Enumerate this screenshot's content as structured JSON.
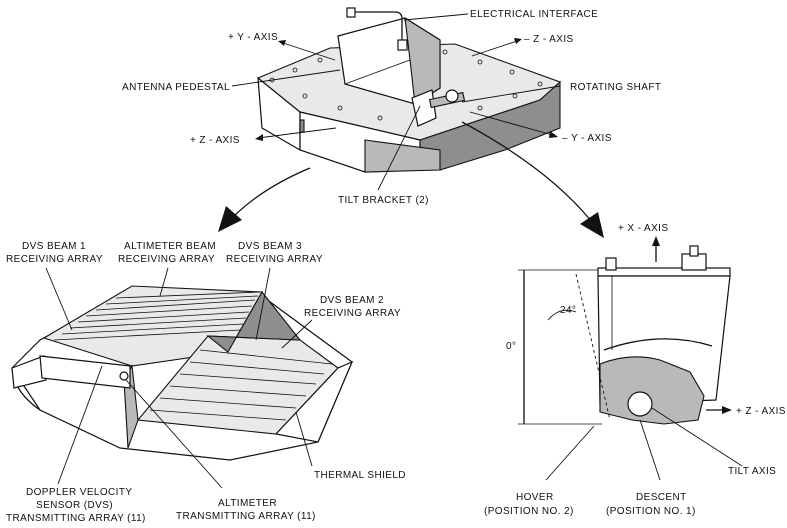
{
  "top_unit": {
    "electrical_interface": "ELECTRICAL INTERFACE",
    "plus_y_axis": "+ Y - AXIS",
    "minus_z_axis": "– Z - AXIS",
    "antenna_pedestal": "ANTENNA PEDESTAL",
    "rotating_shaft": "ROTATING SHAFT",
    "plus_z_axis": "+ Z - AXIS",
    "minus_y_axis": "– Y - AXIS",
    "tilt_bracket": "TILT BRACKET (2)"
  },
  "array_view": {
    "dvs_beam1_line1": "DVS BEAM 1",
    "dvs_beam1_line2": "RECEIVING ARRAY",
    "altimeter_beam_line1": "ALTIMETER BEAM",
    "altimeter_beam_line2": "RECEIVING ARRAY",
    "dvs_beam3_line1": "DVS BEAM 3",
    "dvs_beam3_line2": "RECEIVING ARRAY",
    "dvs_beam2_line1": "DVS BEAM 2",
    "dvs_beam2_line2": "RECEIVING ARRAY",
    "thermal_shield": "THERMAL SHIELD",
    "doppler_line1": "DOPPLER VELOCITY",
    "doppler_line2": "SENSOR (DVS)",
    "doppler_line3": "TRANSMITTING ARRAY (11)",
    "altimeter_tx_line1": "ALTIMETER",
    "altimeter_tx_line2": "TRANSMITTING ARRAY (11)"
  },
  "side_view": {
    "plus_x_axis": "+ X - AXIS",
    "angle_24": "24°",
    "angle_0": "0°",
    "plus_z_axis": "+ Z - AXIS",
    "tilt_axis": "TILT AXIS",
    "hover_line1": "HOVER",
    "hover_line2": "(POSITION NO. 2)",
    "descent_line1": "DESCENT",
    "descent_line2": "(POSITION NO. 1)"
  }
}
